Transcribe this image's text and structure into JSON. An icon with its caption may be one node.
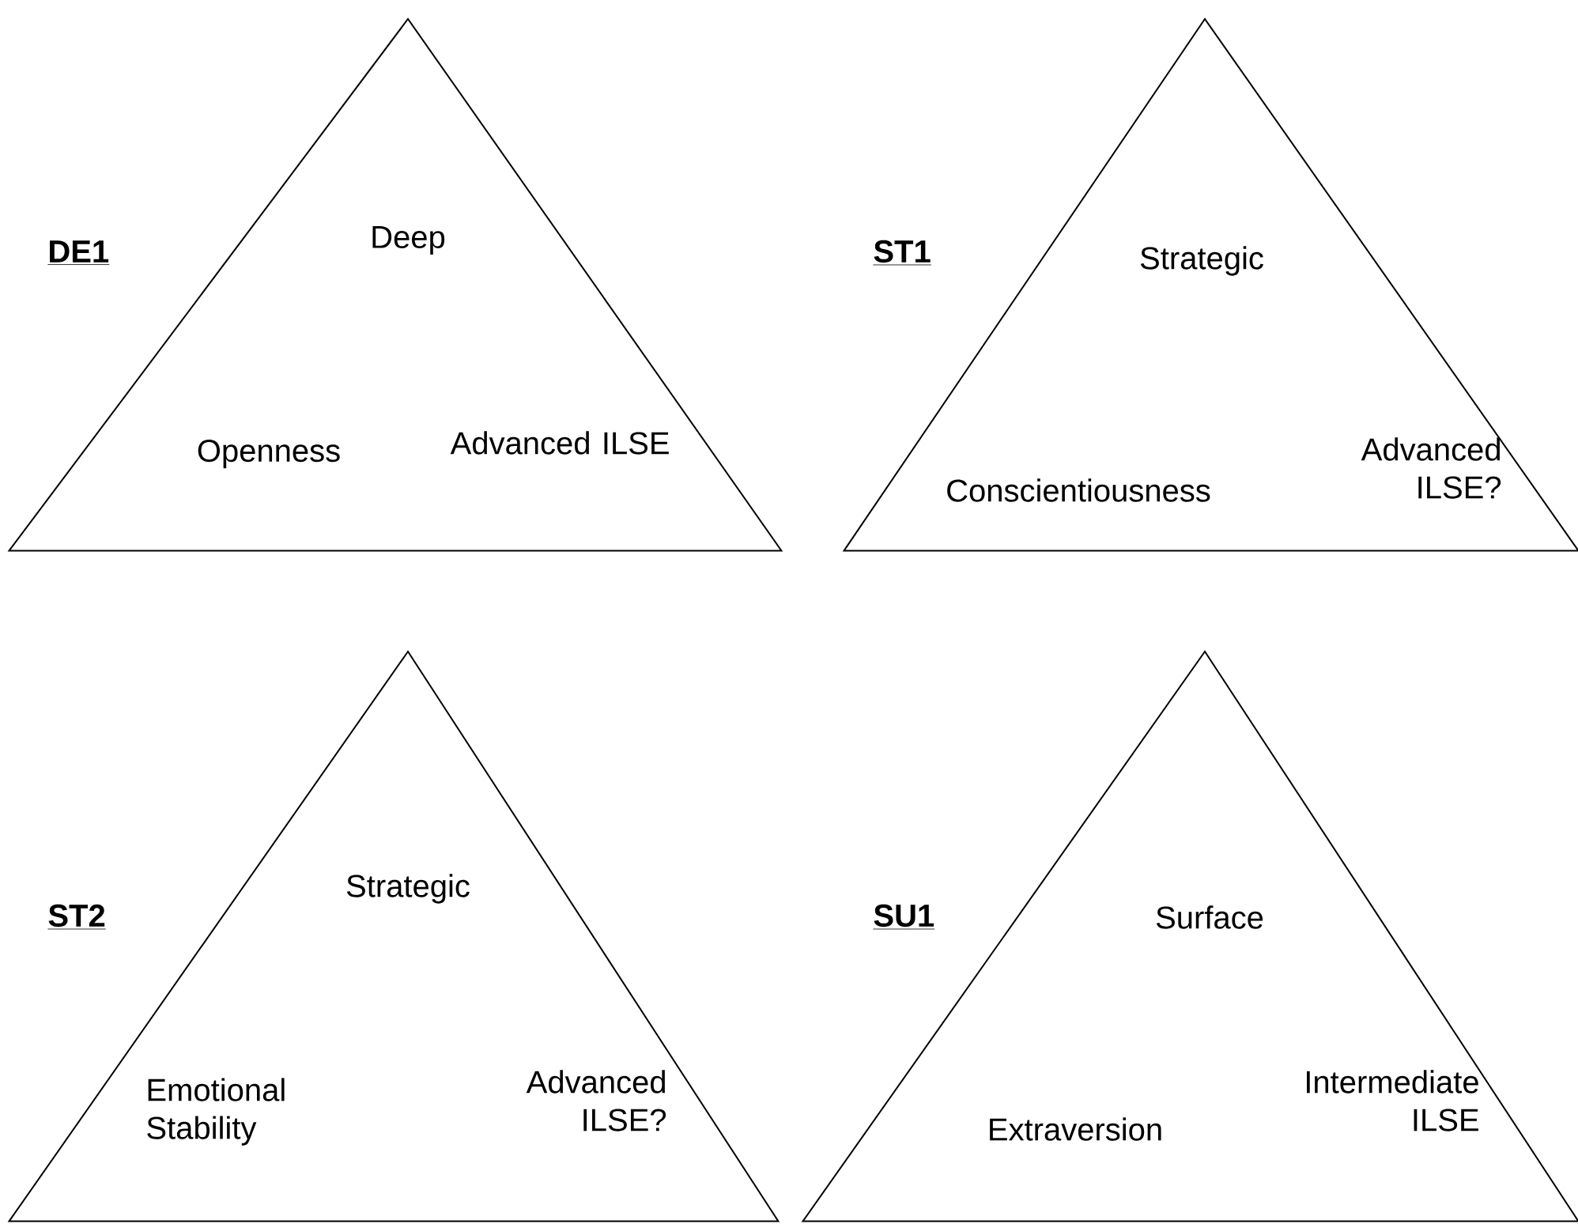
{
  "diagram": {
    "nodes": [
      {
        "text": [
          "Deep",
          "Openness",
          "Advanced ILSE"
        ],
        "beside": [
          "DE1"
        ]
      },
      {
        "text": [
          "Strategic",
          "Conscientiousness",
          "Advanced ILSE?"
        ],
        "beside": [
          "ST1"
        ]
      },
      {
        "text": [
          "Strategic",
          "Emotional Stability",
          "Advanced ILSE?"
        ],
        "beside": [
          "ST2"
        ]
      },
      {
        "text": [
          "Surface",
          "Extraversion",
          "Intermediate ILSE"
        ],
        "beside": [
          "SU1"
        ]
      }
    ]
  }
}
